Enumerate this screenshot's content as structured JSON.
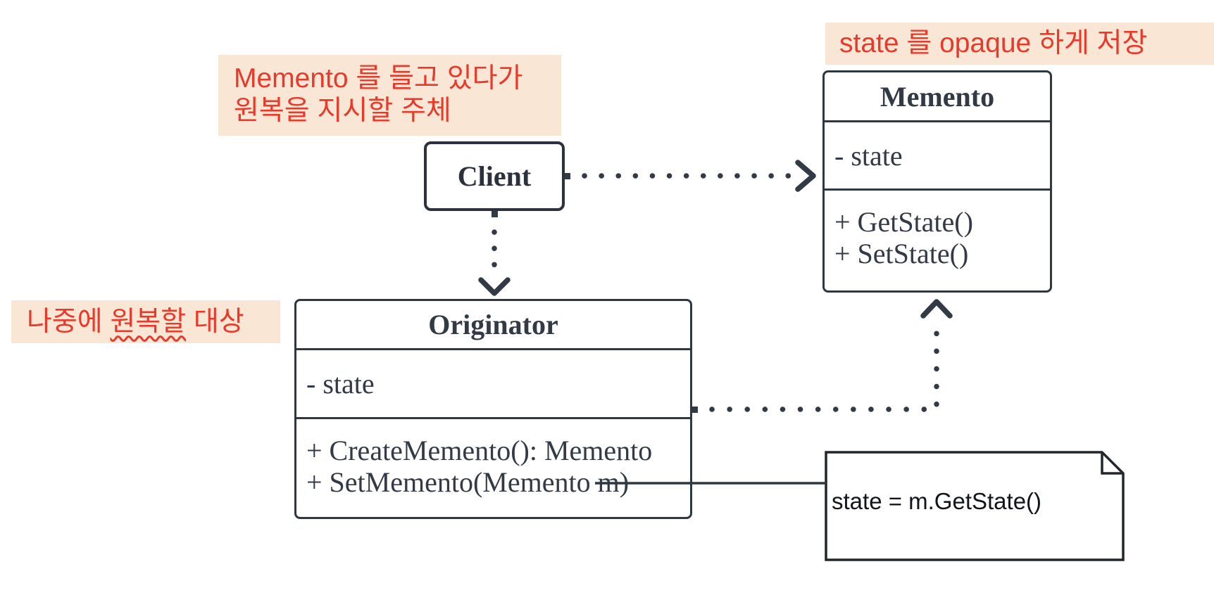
{
  "annotations": {
    "client_role": {
      "line1": "Memento 를 들고 있다가",
      "line2": "원복을 지시할 주체"
    },
    "memento_role": {
      "text": "state 를 opaque 하게 저장"
    },
    "originator_role": {
      "prefix": "나중에 ",
      "underlined": "원복할",
      "suffix": " 대상"
    }
  },
  "classes": {
    "client": {
      "name": "Client"
    },
    "memento": {
      "name": "Memento",
      "attributes": [
        "- state"
      ],
      "methods": [
        "+ GetState()",
        "+ SetState()"
      ]
    },
    "originator": {
      "name": "Originator",
      "attributes": [
        "- state"
      ],
      "methods": [
        "+ CreateMemento(): Memento",
        "+ SetMemento(Memento m)"
      ]
    }
  },
  "note": {
    "text": "state = m.GetState()"
  },
  "colors": {
    "accent_red": "#e8392b",
    "annotation_bg": "#f9e6d5",
    "stroke_dark": "#2f3741",
    "note_stroke": "#22262c"
  }
}
